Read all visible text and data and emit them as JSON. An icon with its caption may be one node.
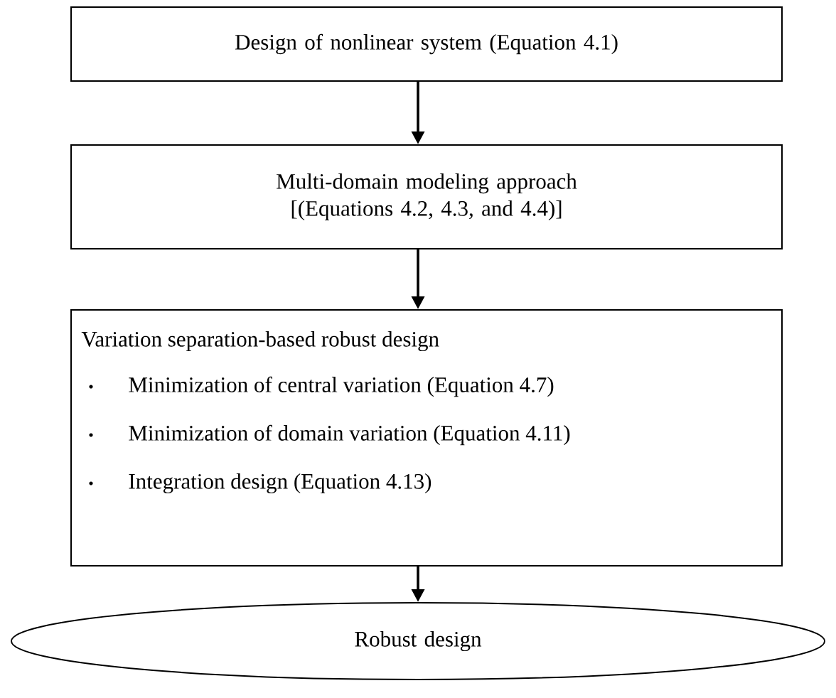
{
  "diagram": {
    "nodes": [
      {
        "text": [
          "Design of nonlinear system (Equation 4.1)"
        ]
      },
      {
        "text": [
          "Multi-domain modeling approach [(Equations 4.2, 4.3, and 4.4)]"
        ]
      },
      {
        "text": [
          "Variation separation-based robust design",
          "Minimization of central variation (Equation 4.7)",
          "Minimization of domain variation (Equation 4.11)",
          "Integration design (Equation 4.13)"
        ]
      },
      {
        "text": [
          "Robust design"
        ]
      }
    ],
    "edges": [
      {
        "from": 0,
        "to": 1,
        "arrow": "to"
      },
      {
        "from": 1,
        "to": 2,
        "arrow": "to"
      },
      {
        "from": 2,
        "to": 3,
        "arrow": "to"
      }
    ]
  }
}
